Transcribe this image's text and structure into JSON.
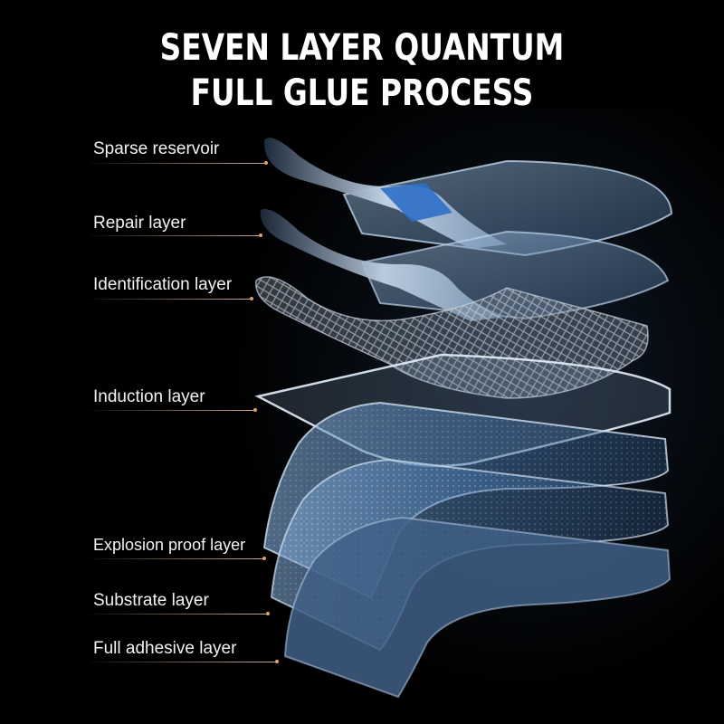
{
  "title": {
    "line1": "SEVEN LAYER QUANTUM",
    "line2": "FULL GLUE PROCESS"
  },
  "layers": [
    {
      "label": "Sparse reservoir"
    },
    {
      "label": "Repair layer"
    },
    {
      "label": "Identification layer"
    },
    {
      "label": "Induction layer"
    },
    {
      "label": "Explosion proof layer"
    },
    {
      "label": "Substrate layer"
    },
    {
      "label": "Full adhesive layer"
    }
  ],
  "colors": {
    "background": "#000000",
    "title": "#ffffff",
    "label": "#f2f2f2",
    "leader_dot": "#e0a060",
    "glass_edge": "#bcd3ea",
    "glass_fill": "#5f86b3",
    "accent_blue": "#2f6fc8"
  }
}
